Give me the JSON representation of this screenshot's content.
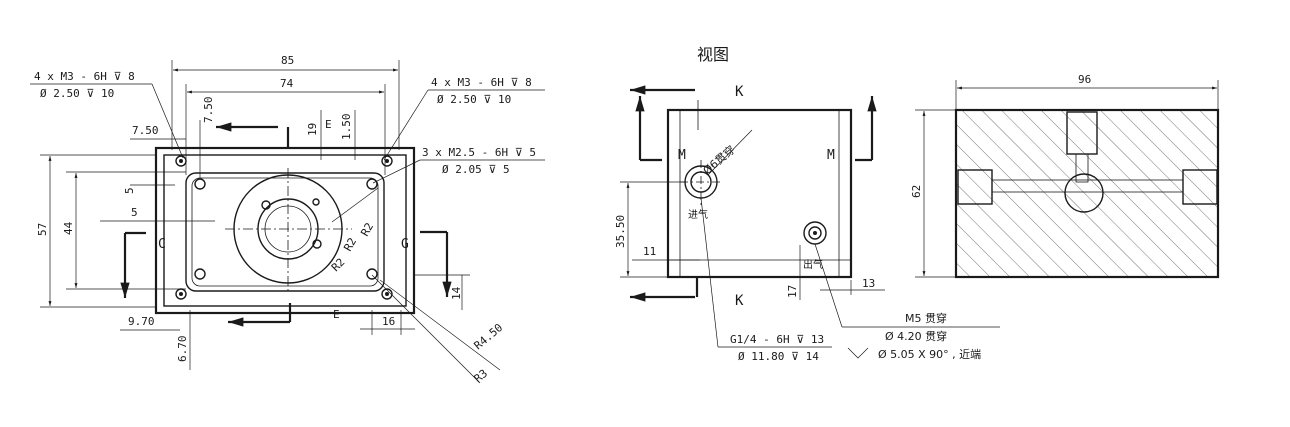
{
  "view_title": "视图",
  "left_view": {
    "callout_m3_line1": "4 x  M3 - 6H ⊽ 8",
    "callout_m3_line2": "Ø  2.50 ⊽ 10",
    "callout_m3_right_line1": "4 x  M3 - 6H ⊽ 8",
    "callout_m3_right_line2": "Ø  2.50 ⊽ 10",
    "callout_m25_line1": "3 x  M2.5 - 6H ⊽ 5",
    "callout_m25_line2": "Ø  2.05 ⊽ 5",
    "dim_85": "85",
    "dim_74": "74",
    "dim_7_50_h": "7.50",
    "dim_7_50_v": "7.50",
    "dim_19": "19",
    "dim_1_50": "1.50",
    "dim_57": "57",
    "dim_44": "44",
    "dim_5_v": "5",
    "dim_5_h": "5",
    "dim_9_70": "9.70",
    "dim_6_70": "6.70",
    "dim_14": "14",
    "dim_16": "16",
    "dim_r2_a": "R2",
    "dim_r2_b": "R2",
    "dim_r2_c": "R2",
    "dim_r4_50": "R4.50",
    "dim_r3": "R3",
    "label_c": "C",
    "label_g": "G",
    "label_e_top": "E",
    "label_e_bottom": "E"
  },
  "middle_view": {
    "label_k_top": "K",
    "label_k_bottom": "K",
    "label_m_left": "M",
    "label_m_right": "M",
    "hole_note": "Ø6贯穿",
    "dim_35_50": "35.50",
    "dim_11": "11",
    "dim_17": "17",
    "dim_13": "13",
    "note_g14_line1": "G1/4 - 6H ⊽ 13",
    "note_g14_line2": "Ø  11.80 ⊽ 14",
    "note_m5_line1": "M5  贯穿",
    "note_m5_line2": "Ø  4.20 贯穿",
    "note_m5_line3": "Ø  5.05 X 90° , 近端",
    "mark_1": "进气",
    "mark_2": "出气"
  },
  "right_view": {
    "dim_96": "96",
    "dim_62": "62"
  }
}
